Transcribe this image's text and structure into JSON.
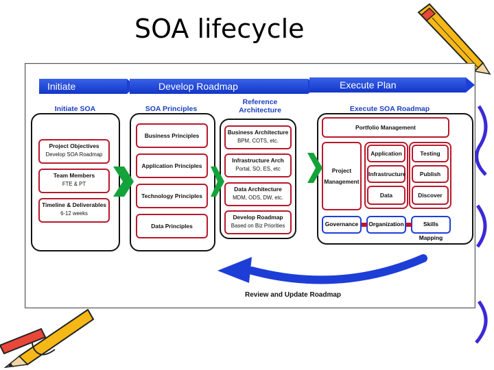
{
  "slide": {
    "title": "SOA lifecycle"
  },
  "phases": {
    "initiate": "Initiate",
    "develop_roadmap": "Develop Roadmap",
    "execute_plan": "Execute Plan"
  },
  "initiate_soa": {
    "title": "Initiate SOA",
    "items": [
      {
        "title": "Project Objectives",
        "sub": "Develop SOA Roadmap"
      },
      {
        "title": "Team Members",
        "sub": "FTE & PT"
      },
      {
        "title": "Timeline & Deliverables",
        "sub": "6-12 weeks"
      }
    ]
  },
  "soa_principles": {
    "title": "SOA Principles",
    "items": [
      "Business Principles",
      "Application Principles",
      "Technology Principles",
      "Data Principles"
    ]
  },
  "reference_architecture": {
    "title_line1": "Reference",
    "title_line2": "Architecture",
    "items": [
      {
        "title": "Business Architecture",
        "sub": "BPM, COTS, etc."
      },
      {
        "title": "Infrastructure Arch",
        "sub": "Portal, SO, ES, etc"
      },
      {
        "title": "Data Architecture",
        "sub": "MDM, ODS, DW, etc."
      },
      {
        "title": "Develop Roadmap",
        "sub": "Based on Biz Priorities"
      }
    ]
  },
  "execute_soa_roadmap": {
    "title": "Execute SOA Roadmap",
    "portfolio": "Portfolio Management",
    "project_mgmt_line1": "Project",
    "project_mgmt_line2": "Management",
    "grid": [
      "Application",
      "Testing",
      "Infrastructure",
      "Publish",
      "Data",
      "Discover"
    ],
    "bottom": [
      "Governance",
      "Organization",
      "Skills Mapping"
    ]
  },
  "review": {
    "label": "Review and Update Roadmap"
  },
  "colors": {
    "phase_blue": "#1c3fd6",
    "title_blue": "#1a3fc0",
    "box_red": "#b8182b",
    "chevron_green": "#14a23a"
  }
}
